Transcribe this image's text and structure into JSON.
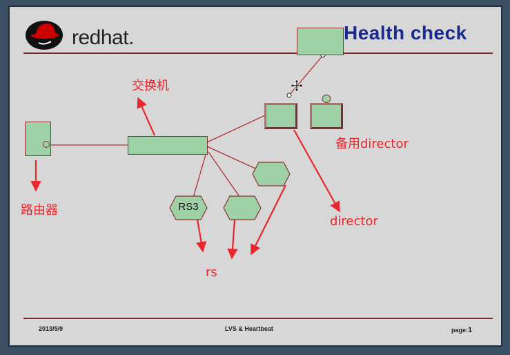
{
  "slide": {
    "brand": "redhat.",
    "title": "Health check",
    "footer": {
      "date": "2013/5/9",
      "center": "LVS & Heartbeat",
      "page_label": "page:",
      "page_number": "1"
    }
  },
  "labels": {
    "switch": "交换机",
    "router": "路由器",
    "backup_director": "备用director",
    "director": "director",
    "rs": "rs",
    "rs3": "RS3"
  },
  "colors": {
    "node_fill": "#9fd1a7",
    "node_border": "#8a3030",
    "link": "#b03030",
    "annotation": "#e8262b",
    "title": "#1a2a8c"
  },
  "icons": {
    "logo": "redhat-shadowman-icon",
    "cursor": "move-cursor-icon"
  }
}
